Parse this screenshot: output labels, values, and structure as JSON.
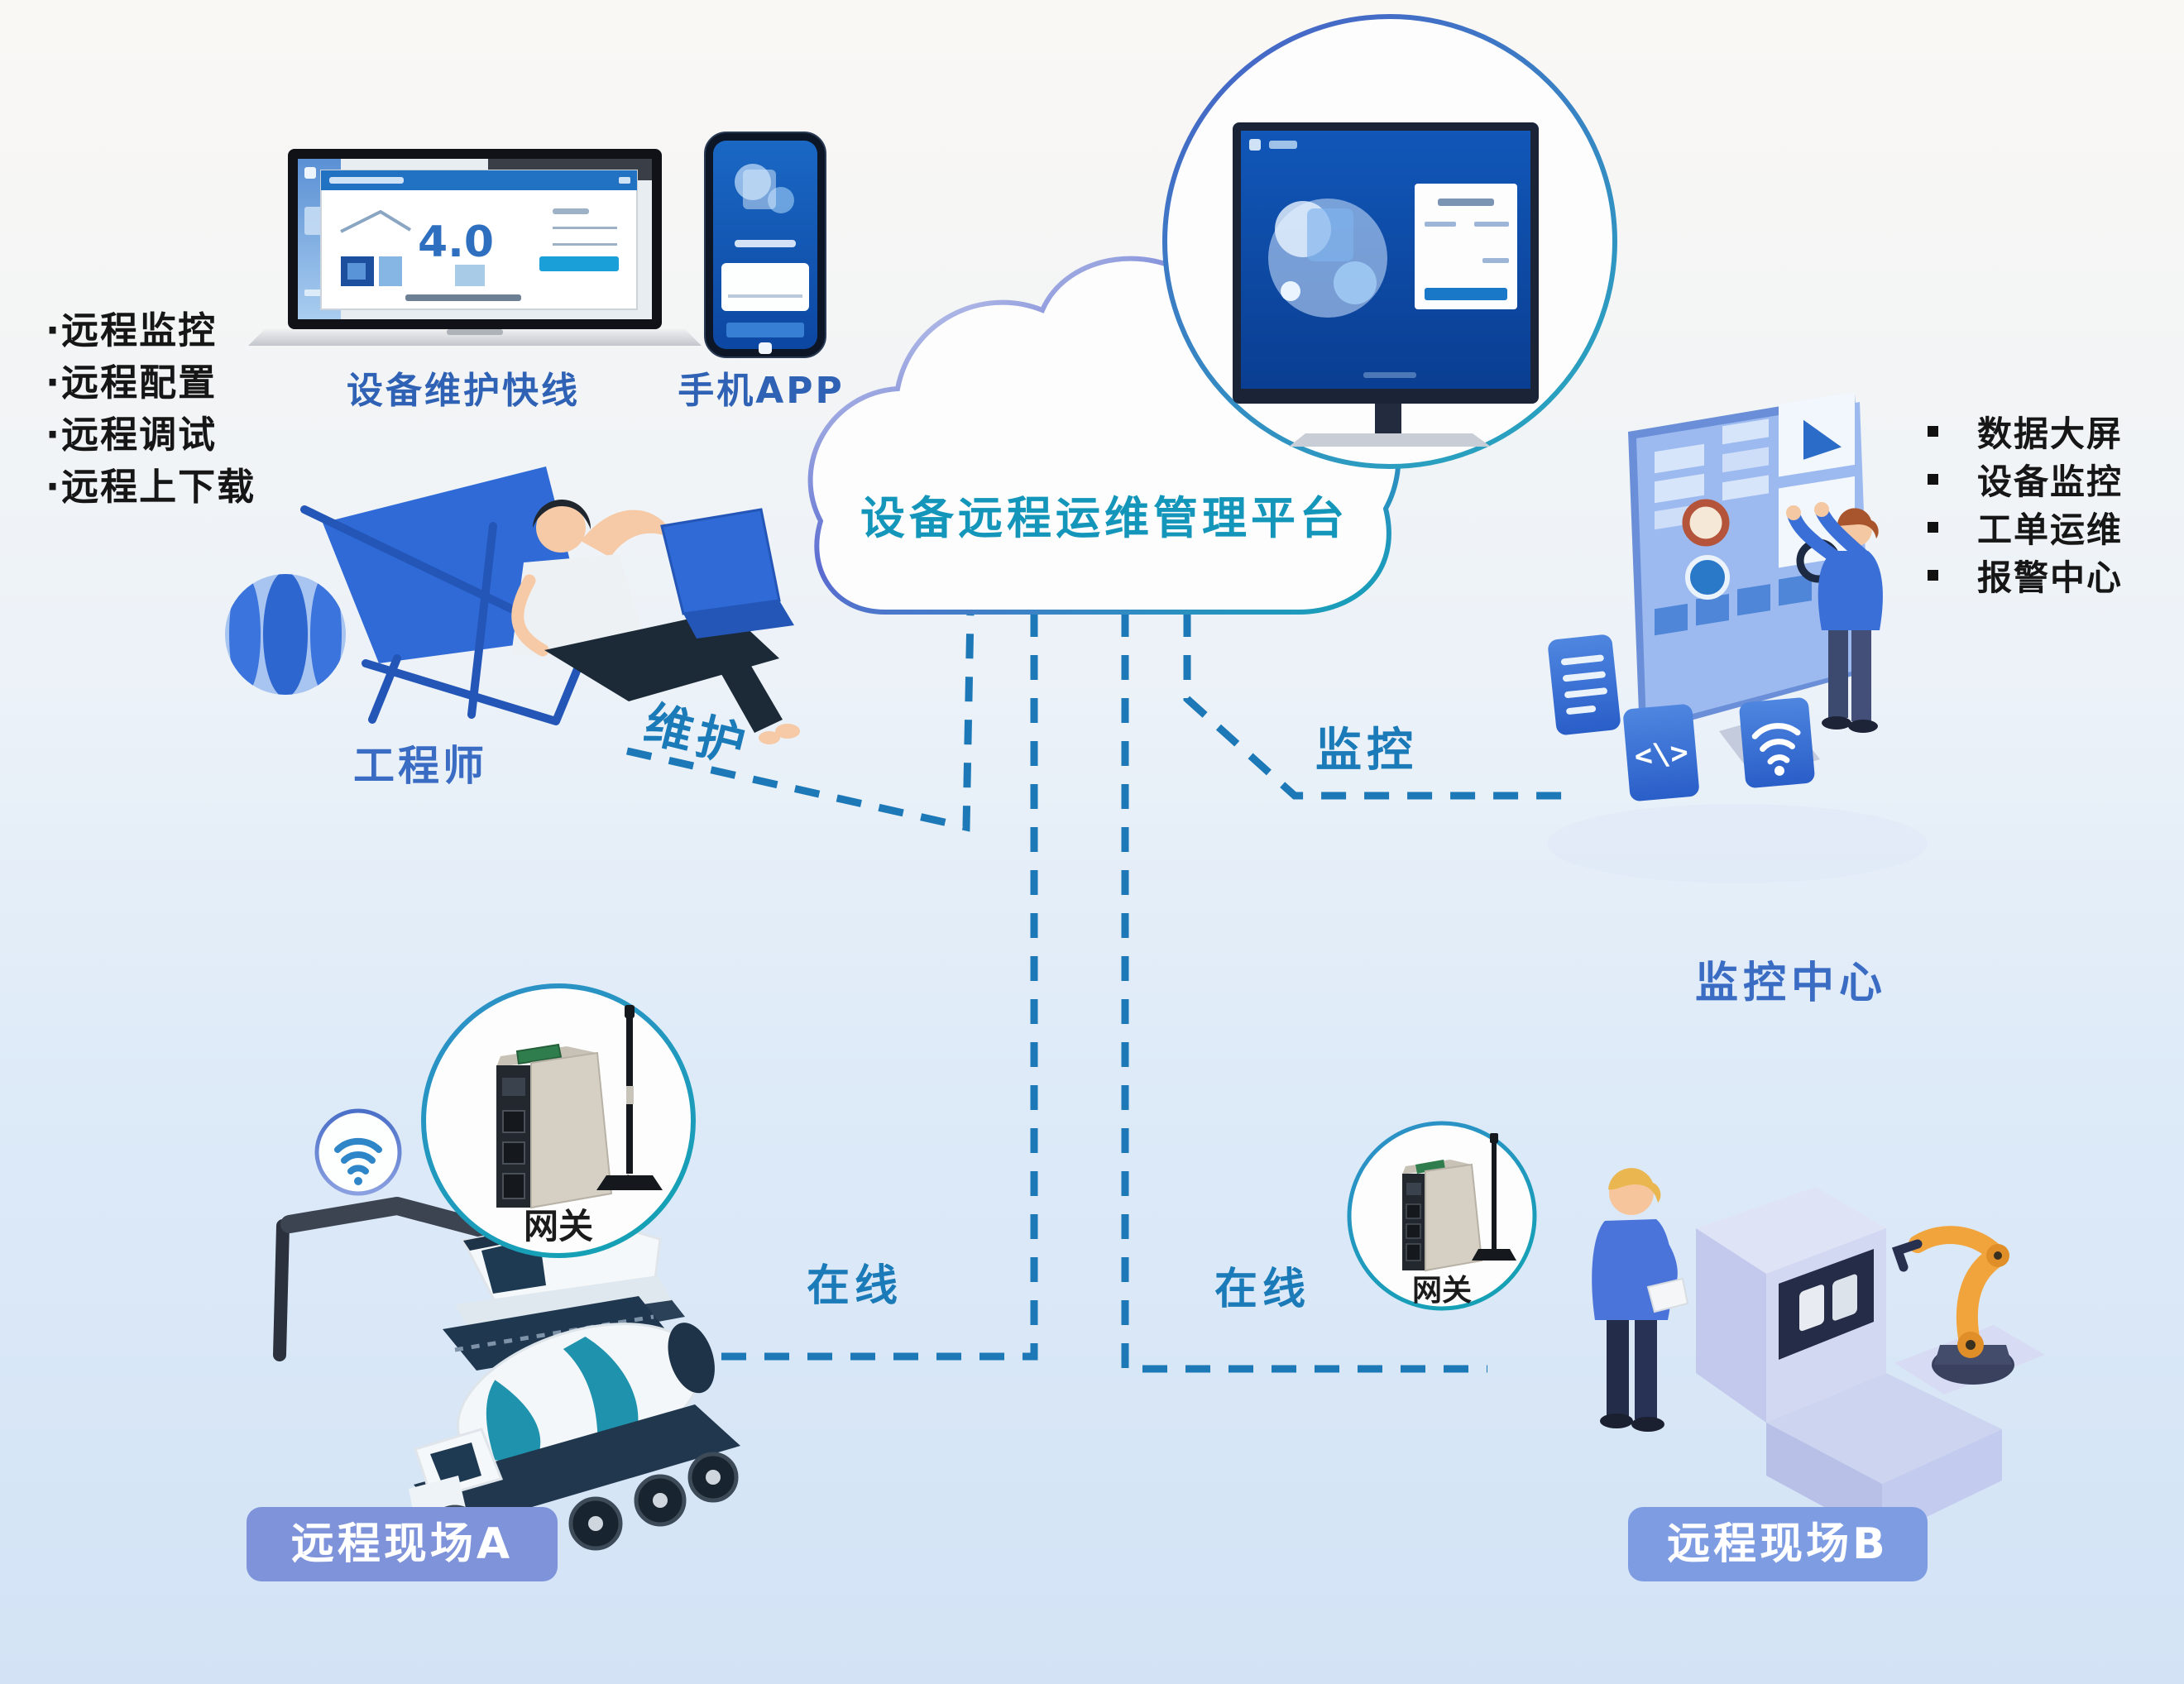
{
  "cloud": {
    "label": "设备远程运维管理平台"
  },
  "left_panel": {
    "features": [
      "·远程监控",
      "·远程配置",
      "·远程调试",
      "·远程上下载"
    ]
  },
  "devices": {
    "laptop_label": "设备维护快线",
    "laptop_screen_version": "4.0",
    "phone_label": "手机APP"
  },
  "engineer": {
    "label": "工程师"
  },
  "links": {
    "maintain": "维护",
    "monitor": "监控",
    "online_left": "在线",
    "online_right": "在线"
  },
  "monitor_center": {
    "label": "监控中心",
    "features": [
      "数据大屏",
      "设备监控",
      "工单运维",
      "报警中心"
    ],
    "code_tile_glyph": "<\\>"
  },
  "gateways": {
    "left_label": "网关",
    "right_label": "网关"
  },
  "sites": {
    "left_badge": "远程现场A",
    "right_badge": "远程现场B"
  },
  "colors": {
    "dashed_line": "#1c78b6",
    "cloud_text": "#1496ba",
    "label_blue": "#3a6cc4",
    "link_teal": "#1b7ab8",
    "badge_left": "#7e93d9",
    "badge_right": "#7e9ce2",
    "robot_orange": "#f2a43c"
  }
}
